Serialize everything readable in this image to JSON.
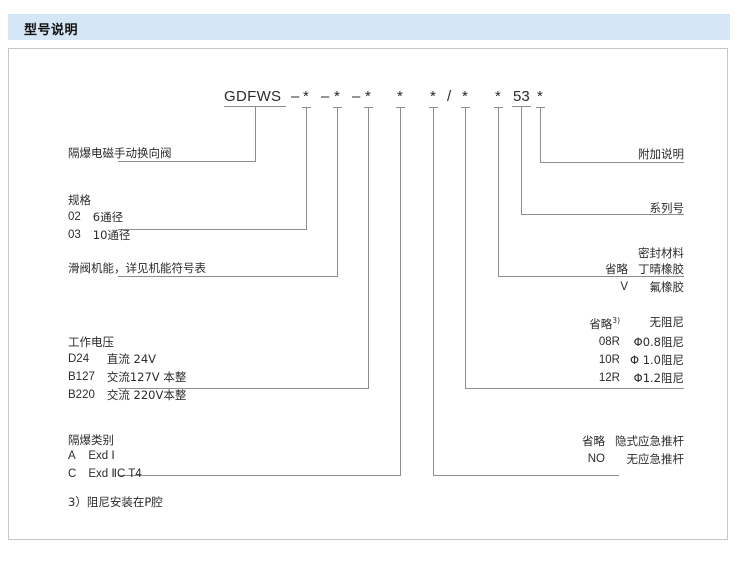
{
  "header": {
    "title": "型号说明"
  },
  "model_code": {
    "brand": "GDFWS",
    "tokens": [
      "–",
      "*",
      "–",
      "*",
      "–",
      "*",
      "*",
      "*",
      "/",
      "*",
      "*",
      "53",
      "*"
    ],
    "series_number": "53",
    "full_code": "GDFWS –*–*–* * */* * 53 *"
  },
  "left_labels": {
    "product_name": "隔爆电磁手动换向阀",
    "spec": {
      "title": "规格",
      "options": [
        {
          "code": "02",
          "desc": "6通径"
        },
        {
          "code": "03",
          "desc": "10通径"
        }
      ]
    },
    "spool_function": "滑阀机能，详见机能符号表",
    "voltage": {
      "title": "工作电压",
      "options": [
        {
          "code": "D24",
          "desc": "直流 24V"
        },
        {
          "code": "B127",
          "desc": "交流127V 本整"
        },
        {
          "code": "B220",
          "desc": "交流 220V本整"
        }
      ]
    },
    "explosion_class": {
      "title": "隔爆类别",
      "options": [
        {
          "code": "A",
          "desc": "Exd Ⅰ"
        },
        {
          "code": "C",
          "desc": "Exd ⅡC T4"
        }
      ]
    },
    "footnote": "3）阻尼安装在P腔"
  },
  "right_labels": {
    "additional": "附加说明",
    "series": "系列号",
    "seal_material": {
      "title": "密封材料",
      "options": [
        {
          "code": "省略",
          "desc": "丁晴橡胶"
        },
        {
          "code": "V",
          "desc": "氟橡胶"
        }
      ]
    },
    "damping": {
      "options": [
        {
          "code": "省略",
          "sup": "3)",
          "desc": "无阻尼"
        },
        {
          "code": "08R",
          "sup": "",
          "desc": "Φ0.8阻尼"
        },
        {
          "code": "10R",
          "sup": "",
          "desc": "Φ 1.0阻尼"
        },
        {
          "code": "12R",
          "sup": "",
          "desc": "Φ1.2阻尼"
        }
      ]
    },
    "emergency_rod": {
      "options": [
        {
          "code": "省略",
          "desc": "隐式应急推杆"
        },
        {
          "code": "NO",
          "desc": "无应急推杆"
        }
      ]
    }
  },
  "colors": {
    "header_bg": "#d5e7f7",
    "line": "#8d8d8d",
    "border": "#c7c7c7",
    "text": "#2b2b2b"
  }
}
